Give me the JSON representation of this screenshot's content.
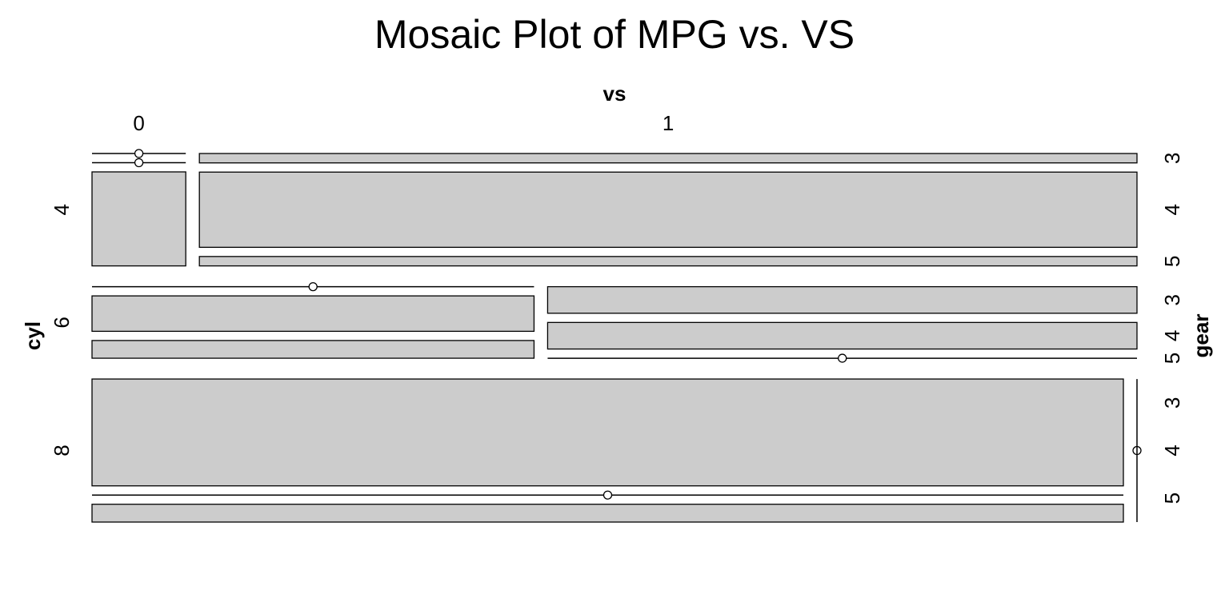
{
  "chart_data": {
    "type": "mosaic",
    "title": "Mosaic Plot of MPG vs. VS",
    "row_var": "cyl",
    "col_var": "vs",
    "sub_var": "gear",
    "row_levels": [
      "4",
      "6",
      "8"
    ],
    "col_levels": [
      "0",
      "1"
    ],
    "sub_levels": [
      "3",
      "4",
      "5"
    ],
    "counts": {
      "4": {
        "0": [
          0,
          0,
          1
        ],
        "1": [
          1,
          8,
          1
        ]
      },
      "6": {
        "0": [
          0,
          2,
          1
        ],
        "1": [
          2,
          2,
          0
        ]
      },
      "8": {
        "0": [
          12,
          0,
          2
        ],
        "1": [
          0,
          0,
          0
        ]
      }
    },
    "fill_color": "#cccccc"
  }
}
